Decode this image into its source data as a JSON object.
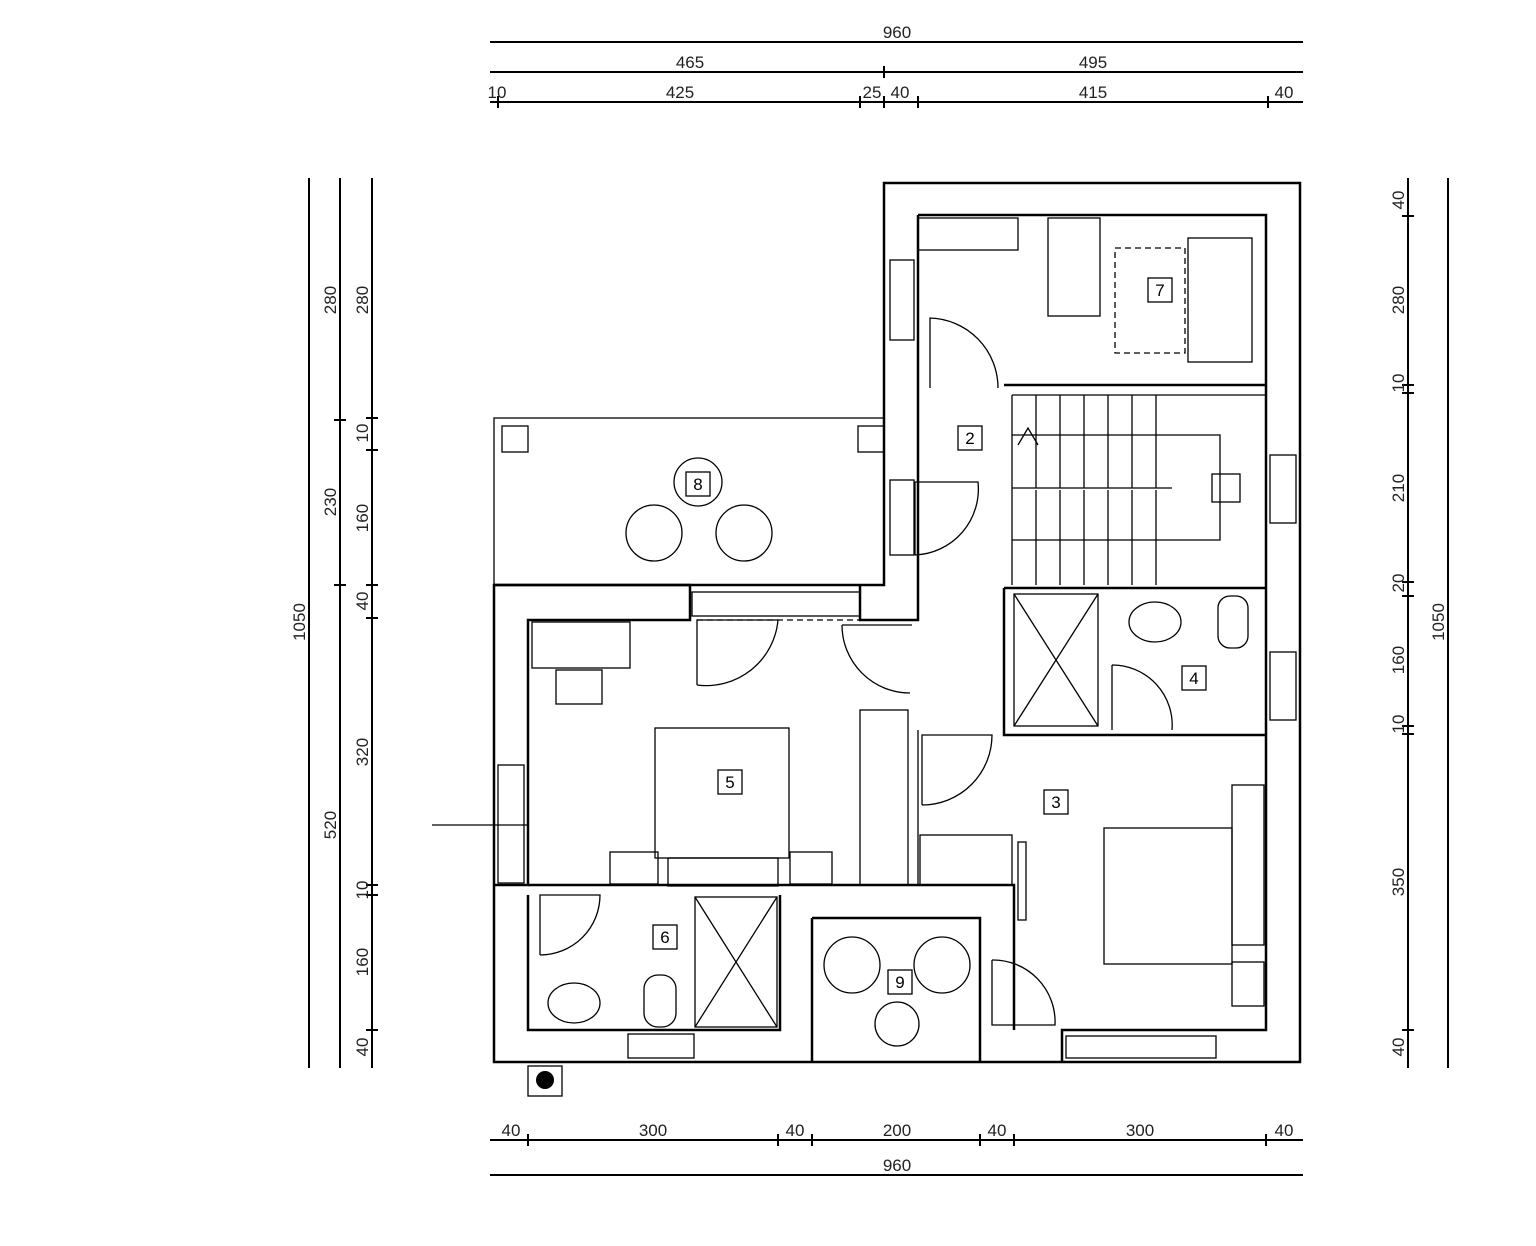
{
  "dimensions": {
    "top_total": "960",
    "top_mid": [
      "465",
      "495"
    ],
    "top_detail": [
      "10",
      "425",
      "25",
      "40",
      "415",
      "40"
    ],
    "bottom_detail": [
      "40",
      "300",
      "40",
      "200",
      "40",
      "300",
      "40"
    ],
    "bottom_total": "960",
    "left_total": "1050",
    "left_mid": [
      "280",
      "230",
      "520"
    ],
    "left_detail": [
      "280",
      "10",
      "160",
      "40",
      "320",
      "10",
      "160",
      "40"
    ],
    "right_detail": [
      "40",
      "280",
      "10",
      "210",
      "20",
      "160",
      "10",
      "350",
      "40"
    ],
    "right_total": "1050"
  },
  "rooms": {
    "r2": "2",
    "r3": "3",
    "r4": "4",
    "r5": "5",
    "r6": "6",
    "r7": "7",
    "r8": "8",
    "r9": "9"
  }
}
